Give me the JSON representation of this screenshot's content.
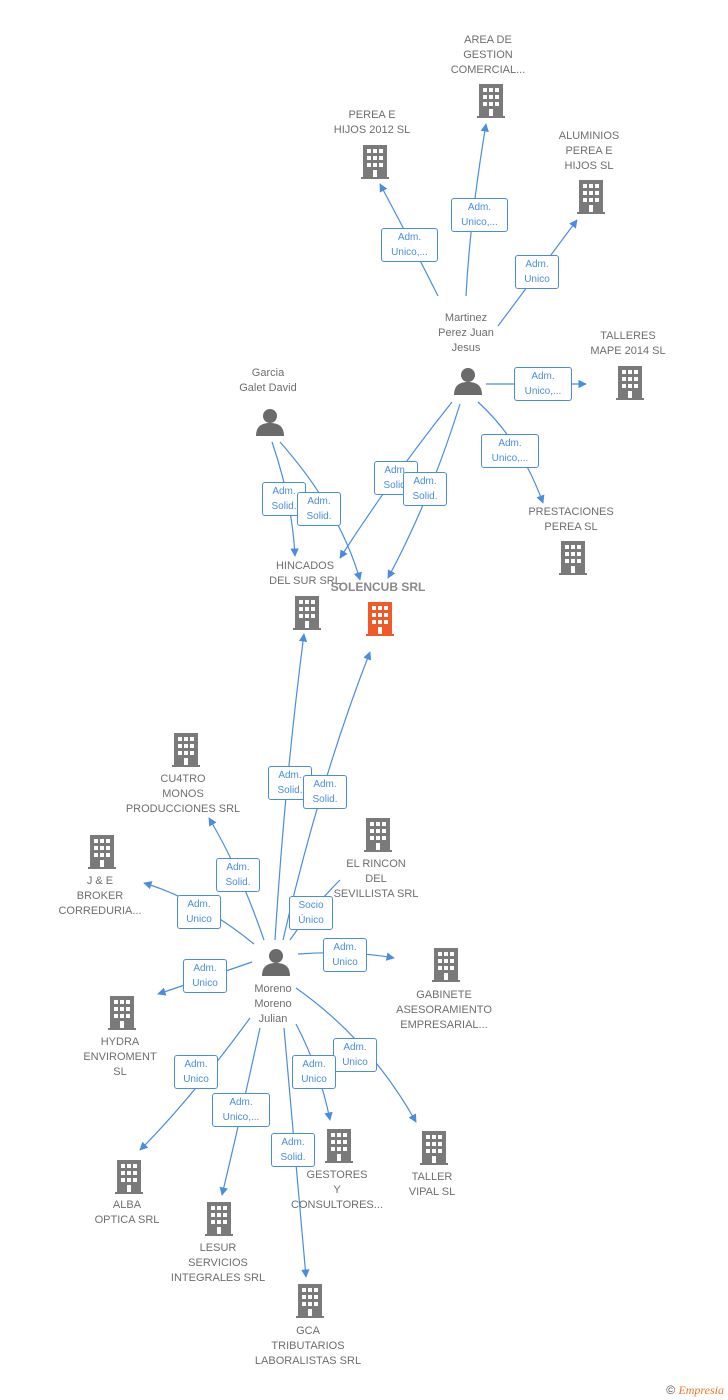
{
  "colors": {
    "company": "#7a7a7a",
    "main_company": "#f05a28",
    "person": "#6b6b6b",
    "edge": "#4a8de0"
  },
  "main": {
    "name": "SOLENCUB SRL"
  },
  "companies": {
    "area_de_gestion": {
      "l1": "AREA DE",
      "l2": "GESTION",
      "l3": "COMERCIAL..."
    },
    "perea_e_hijos_2012": {
      "l1": "PEREA E",
      "l2": "HIJOS 2012 SL"
    },
    "aluminios_perea": {
      "l1": "ALUMINIOS",
      "l2": "PEREA E",
      "l3": "HIJOS  SL"
    },
    "talleres_mape": {
      "l1": "TALLERES",
      "l2": "MAPE 2014  SL"
    },
    "prestaciones_perea": {
      "l1": "PRESTACIONES",
      "l2": "PEREA  SL"
    },
    "hincados_del_sur": {
      "l1": "HINCADOS",
      "l2": "DEL SUR SRL"
    },
    "cu4tro_monos": {
      "l1": "CU4TRO",
      "l2": "MONOS",
      "l3": "PRODUCCIONES SRL"
    },
    "el_rincon": {
      "l1": "EL RINCON",
      "l2": "DEL",
      "l3": "SEVILLISTA SRL"
    },
    "je_broker": {
      "l1": "J & E",
      "l2": "BROKER",
      "l3": "CORREDURIA..."
    },
    "gabinete": {
      "l1": "GABINETE",
      "l2": "ASESORAMIENTO",
      "l3": "EMPRESARIAL..."
    },
    "hydra": {
      "l1": "HYDRA",
      "l2": "ENVIROMENT",
      "l3": "SL"
    },
    "alba_optica": {
      "l1": "ALBA",
      "l2": "OPTICA SRL"
    },
    "lesur": {
      "l1": "LESUR",
      "l2": "SERVICIOS",
      "l3": "INTEGRALES SRL"
    },
    "gestores": {
      "l1": "GESTORES",
      "l2": "Y",
      "l3": "CONSULTORES..."
    },
    "taller_vipal": {
      "l1": "TALLER",
      "l2": "VIPAL  SL"
    },
    "gca": {
      "l1": "GCA",
      "l2": "TRIBUTARIOS",
      "l3": "LABORALISTAS SRL"
    }
  },
  "persons": {
    "martinez": {
      "l1": "Martinez",
      "l2": "Perez Juan",
      "l3": "Jesus"
    },
    "garcia": {
      "l1": "Garcia",
      "l2": "Galet David"
    },
    "moreno": {
      "l1": "Moreno",
      "l2": "Moreno",
      "l3": "Julian"
    }
  },
  "edges": {
    "adm_unico_ellipsis": {
      "l1": "Adm.",
      "l2": "Unico,..."
    },
    "adm_unico": {
      "l1": "Adm.",
      "l2": "Unico"
    },
    "adm_solid": {
      "l1": "Adm.",
      "l2": "Solid."
    },
    "socio_unico": {
      "l1": "Socio",
      "l2": "Único"
    }
  },
  "footer": {
    "copyright": "©",
    "brand": "Empresia"
  }
}
